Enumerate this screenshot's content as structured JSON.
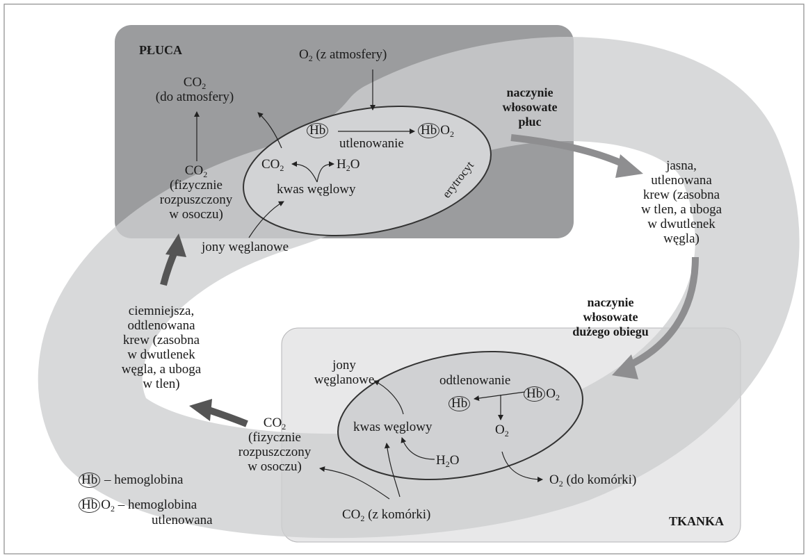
{
  "regions": {
    "lungs": "PŁUCA",
    "tissue": "TKANKA"
  },
  "cell": {
    "label": "erytrocyt"
  },
  "capillaries": {
    "lung": [
      "naczynie",
      "włosowate",
      "płuc"
    ],
    "body": [
      "naczynie",
      "włosowate",
      "dużego obiegu"
    ]
  },
  "blood": {
    "oxygenated": [
      "jasna,",
      "utlenowana",
      "krew (zasobna",
      "w tlen, a uboga",
      "w dwutlenek",
      "węgla)"
    ],
    "deoxygenated": [
      "ciemniejsza,",
      "odtlenowana",
      "krew (zasobna",
      "w dwutlenek",
      "węgla, a uboga",
      "w tlen)"
    ]
  },
  "lungs_side": {
    "o2_in": "(z atmosfery)",
    "co2_out": "(do atmosfery)",
    "oxygenation": "utlenowanie",
    "h2o": "O",
    "carbonic_acid": "kwas węglowy",
    "co2_dissolved": [
      "(fizycznie",
      "rozpuszczony",
      "w osoczu)"
    ],
    "bicarbonate": "jony węglanowe"
  },
  "tissue_side": {
    "deoxygenation": "odtlenowanie",
    "carbonic_acid": "kwas węglowy",
    "bicarbonate": [
      "jony",
      "węglanowe"
    ],
    "o2_out": "(do komórki)",
    "co2_in": "(z komórki)",
    "co2_dissolved": [
      "(fizycznie",
      "rozpuszczony",
      "w osoczu)"
    ]
  },
  "legend": {
    "hb": "– hemoglobina",
    "hbo2": [
      "– hemoglobina",
      "utlenowana"
    ]
  },
  "symbols": {
    "hb": "Hb",
    "o": "O",
    "co": "CO",
    "h": "H",
    "two": "2"
  },
  "colors": {
    "lungs_box": "#999a9c",
    "tissue_box": "#e8e8e9",
    "vessel": "#cfcfd1",
    "arrow_dark": "#555555",
    "arrow_light": "#8e8e90"
  }
}
